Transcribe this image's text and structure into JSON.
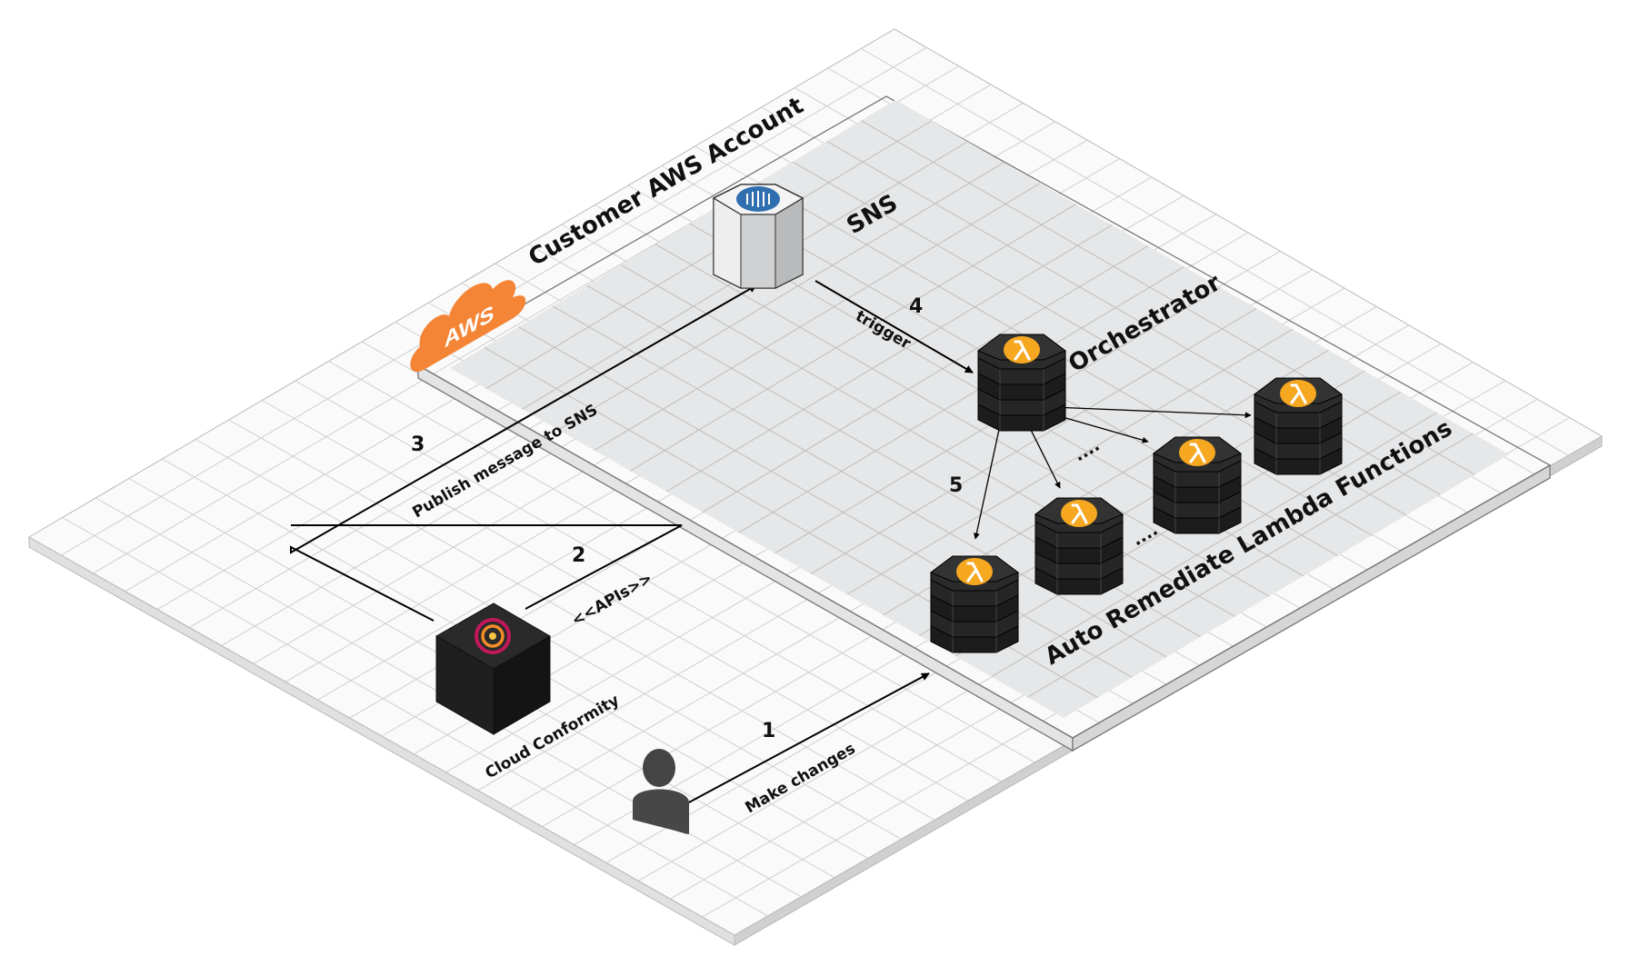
{
  "account": {
    "label": "Customer AWS Account"
  },
  "logo": {
    "text": "AWS",
    "color": "#F58536"
  },
  "sns": {
    "label": "SNS",
    "icon": "sns-icon",
    "color": "#2F6FB0"
  },
  "orchestrator": {
    "label": "Orchestrator",
    "icon": "lambda-icon",
    "color": "#F6A821"
  },
  "lambda_group": {
    "label": "Auto Remediate Lambda Functions",
    "ellipsis": "....",
    "icon": "lambda-icon"
  },
  "cloud_conformity": {
    "label": "Cloud Conformity",
    "icon": "conformity-icon"
  },
  "user": {
    "icon": "user-icon"
  },
  "steps": [
    {
      "num": "1",
      "label": "Make changes"
    },
    {
      "num": "2",
      "label": "<<APIs>>"
    },
    {
      "num": "3",
      "label": "Publish message to SNS"
    },
    {
      "num": "4",
      "label": "trigger"
    },
    {
      "num": "5",
      "label": ""
    }
  ],
  "colors": {
    "grid": "#c8c8c8",
    "zone": "#e6e7e8",
    "node": "#232323",
    "arrow": "#000000"
  }
}
